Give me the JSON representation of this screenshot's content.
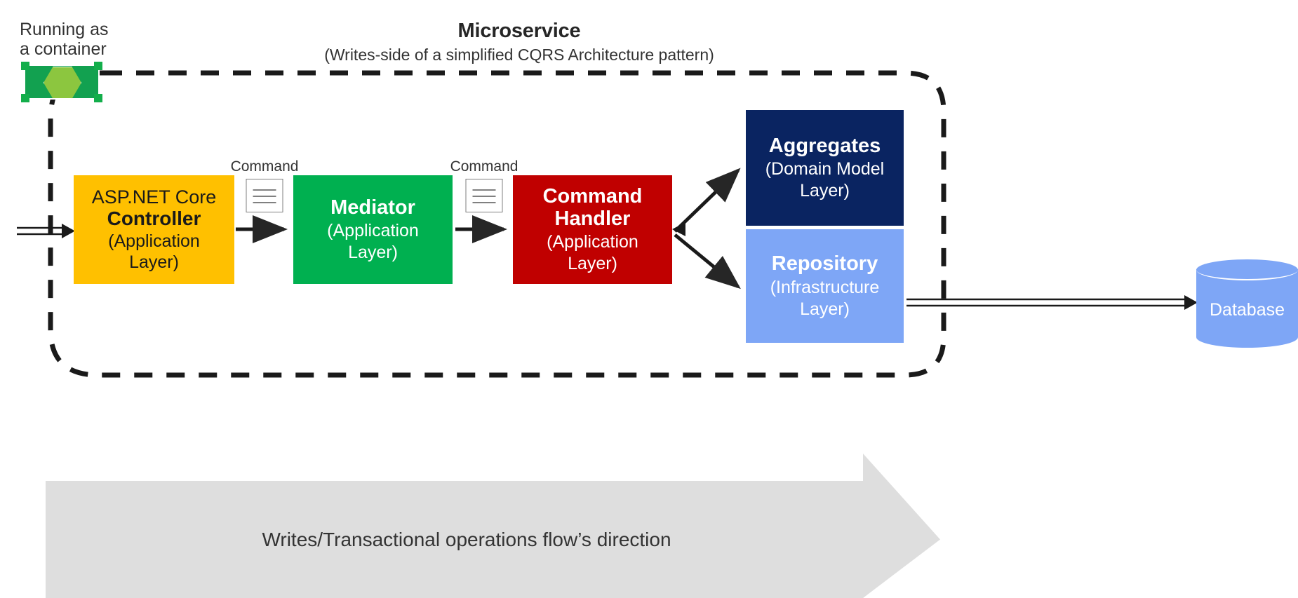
{
  "diagram": {
    "title": "Microservice",
    "subtitle": "(Writes-side of a simplified CQRS Architecture pattern)",
    "container_note": "Running as\na container",
    "container_icon_name": "container-hexagon-icon",
    "boundary_style": "dashed rounded rectangle"
  },
  "nodes": {
    "controller": {
      "line1": "ASP.NET Core",
      "line2": "Controller",
      "line3": "(Application",
      "line4": "Layer)",
      "color": "#FFC000"
    },
    "mediator": {
      "line1": "Mediator",
      "line2": "(Application",
      "line3": "Layer)",
      "color": "#00B050"
    },
    "handler": {
      "line1": "Command",
      "line2": "Handler",
      "line3": "(Application",
      "line4": "Layer)",
      "color": "#C00000"
    },
    "aggregates": {
      "line1": "Aggregates",
      "line2": "(Domain Model",
      "line3": "Layer)",
      "color": "#0A2461"
    },
    "repository": {
      "line1": "Repository",
      "line2": "(Infrastructure",
      "line3": "Layer)",
      "color": "#7EA6F6"
    },
    "database": {
      "label": "Database",
      "color": "#7EA6F6"
    }
  },
  "connectors": {
    "command_label_1": "Command",
    "command_label_2": "Command",
    "doc_icon_name": "command-document-icon"
  },
  "banner": {
    "text": "Writes/Transactional operations flow’s direction",
    "color": "#DEDEDE"
  }
}
